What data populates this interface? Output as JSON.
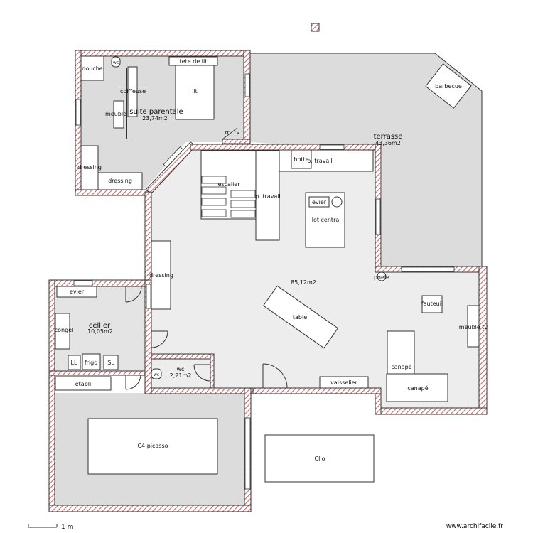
{
  "rooms": {
    "suite_parentale": {
      "name": "suite parentale",
      "area": "23,74m2"
    },
    "terrasse": {
      "name": "terrasse",
      "area": "43,36m2"
    },
    "sejour": {
      "area": "85,12m2"
    },
    "cellier": {
      "name": "cellier",
      "area": "10,05m2"
    },
    "wc": {
      "name": "wc",
      "area": "2,21m2"
    }
  },
  "furniture": {
    "douche": "douche",
    "wc_small": "wc",
    "tete_de_lit": "tete de lit",
    "coiffeuse": "coiffeuse",
    "lit": "lit",
    "meuble": "meuble",
    "m_tv": "m. tv",
    "dressing_1": "dressing",
    "dressing_2": "dressing",
    "barbecue": "barbecue",
    "hotte": "hotte",
    "p_travail_1": "p. travail",
    "escalier": "escalier",
    "p_travail_2": "p. travail",
    "evier_kitchen": "evier",
    "ilot_central": "ilot central",
    "dressing_3": "dressing",
    "poele": "poele",
    "table": "table",
    "fauteuil": "fauteuil",
    "meuble_tv": "meuble tv",
    "canape_1": "canapé",
    "canape_2": "canapé",
    "vaisselier": "vaisselier",
    "evier_cellier": "evier",
    "congel": "congel",
    "ll": "LL",
    "frigo": "frigo",
    "sl": "SL",
    "etabli": "etabli",
    "wc_small_2": "wc",
    "c4_picasso": "C4 picasso",
    "clio": "Clio"
  },
  "scale_label": "1 m",
  "watermark": "www.archifacile.fr",
  "colors": {
    "wall": "#cc6e6e",
    "floor_inner": "#ececec",
    "floor_dark": "#dcdcdc"
  }
}
